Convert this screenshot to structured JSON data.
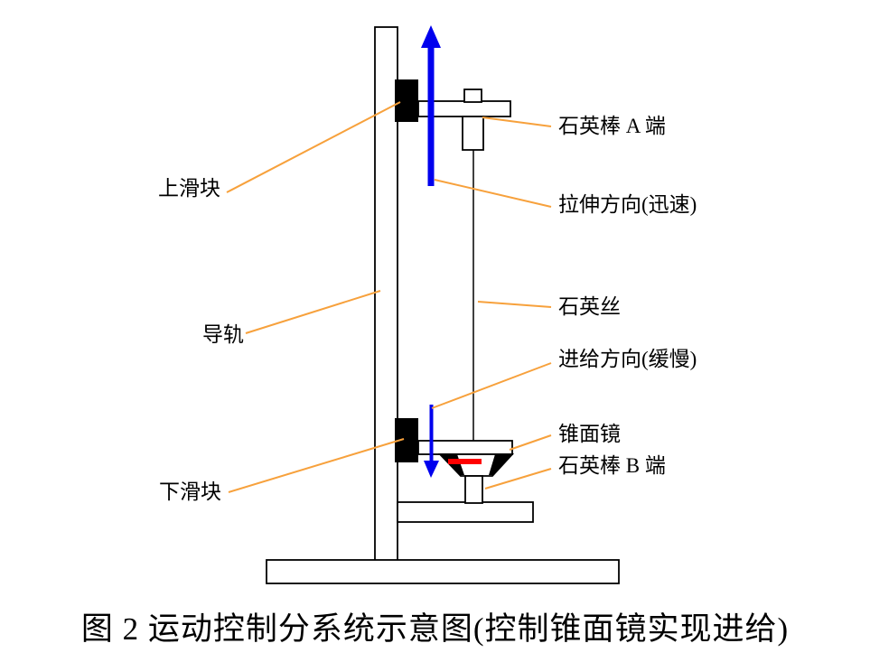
{
  "figure": {
    "caption": "图 2 运动控制分系统示意图(控制锥面镜实现进给)"
  },
  "labels": {
    "upper_slider": "上滑块",
    "guide_rail": "导轨",
    "lower_slider": "下滑块",
    "quartz_rod_a_end": "石英棒 A 端",
    "stretch_direction": "拉伸方向(迅速)",
    "quartz_fiber": "石英丝",
    "feed_direction": "进给方向(缓慢)",
    "cone_mirror": "锥面镜",
    "quartz_rod_b_end": "石英棒 B 端"
  },
  "colors": {
    "leader_line": "#F7A13C",
    "arrow_blue": "#0000EE",
    "slider_black": "#000000",
    "mirror_red": "#FF0000",
    "outline": "#000000",
    "background": "#FFFFFF"
  }
}
